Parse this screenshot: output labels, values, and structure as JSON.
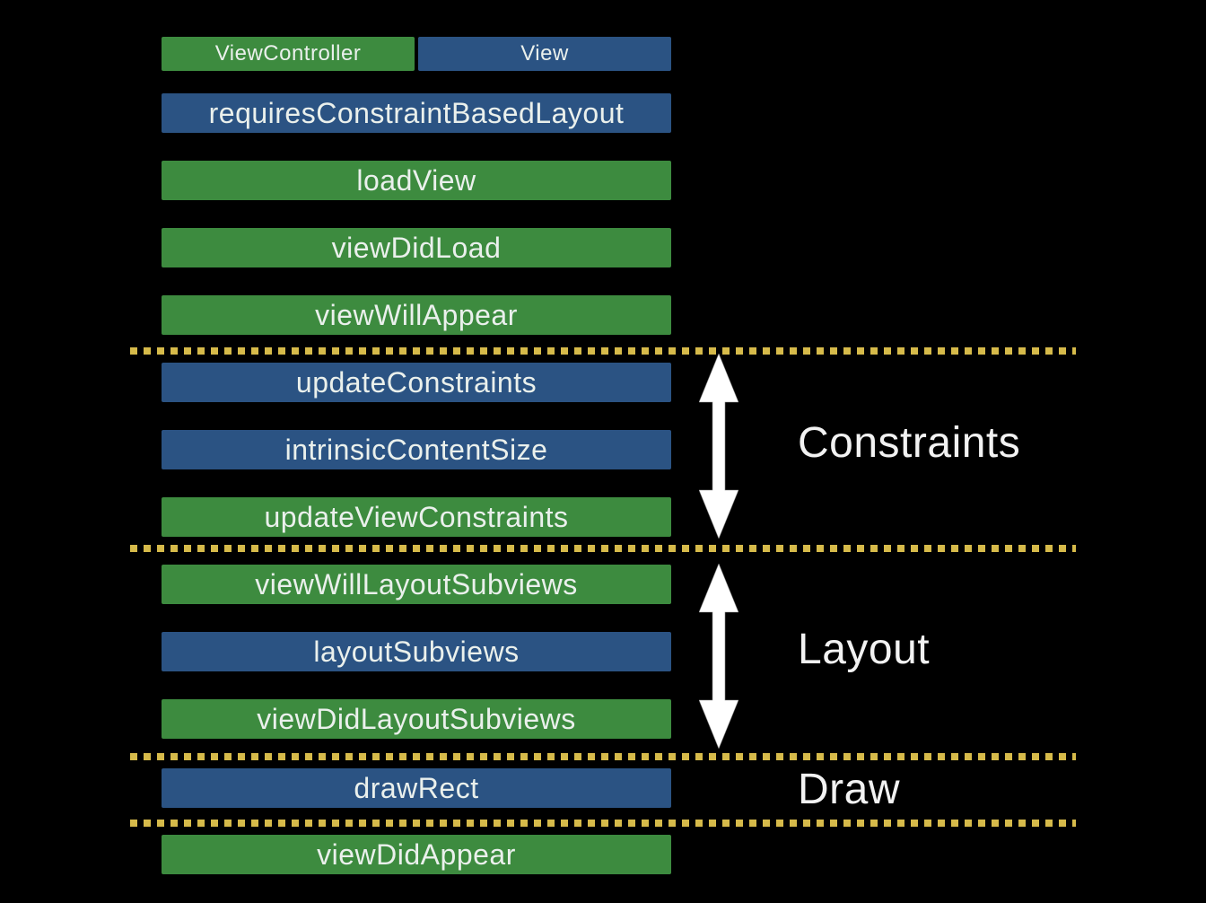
{
  "legend": {
    "viewcontroller_label": "ViewController",
    "view_label": "View"
  },
  "rows": [
    {
      "label": "requiresConstraintBasedLayout",
      "owner": "view",
      "color": "blue"
    },
    {
      "label": "loadView",
      "owner": "viewcontroller",
      "color": "green"
    },
    {
      "label": "viewDidLoad",
      "owner": "viewcontroller",
      "color": "green"
    },
    {
      "label": "viewWillAppear",
      "owner": "viewcontroller",
      "color": "green"
    },
    {
      "label": "updateConstraints",
      "owner": "view",
      "color": "blue"
    },
    {
      "label": "intrinsicContentSize",
      "owner": "view",
      "color": "blue"
    },
    {
      "label": "updateViewConstraints",
      "owner": "viewcontroller",
      "color": "green"
    },
    {
      "label": "viewWillLayoutSubviews",
      "owner": "viewcontroller",
      "color": "green"
    },
    {
      "label": "layoutSubviews",
      "owner": "view",
      "color": "blue"
    },
    {
      "label": "viewDidLayoutSubviews",
      "owner": "viewcontroller",
      "color": "green"
    },
    {
      "label": "drawRect",
      "owner": "view",
      "color": "blue"
    },
    {
      "label": "viewDidAppear",
      "owner": "viewcontroller",
      "color": "green"
    }
  ],
  "sections": [
    {
      "label": "Constraints"
    },
    {
      "label": "Layout"
    },
    {
      "label": "Draw"
    }
  ],
  "icons": [
    {
      "name": "constraints-range-arrow-icon",
      "glyph": "double-headed-vertical-arrow"
    },
    {
      "name": "layout-range-arrow-icon",
      "glyph": "double-headed-vertical-arrow"
    }
  ],
  "colors": {
    "background": "#000000",
    "viewcontroller_green": "#3d8b3f",
    "view_blue": "#2b5383",
    "divider_yellow": "#d6ba4a",
    "bar_text": "#eaf0ec",
    "label_text": "#f2f2f2",
    "arrow_white": "#ffffff"
  }
}
